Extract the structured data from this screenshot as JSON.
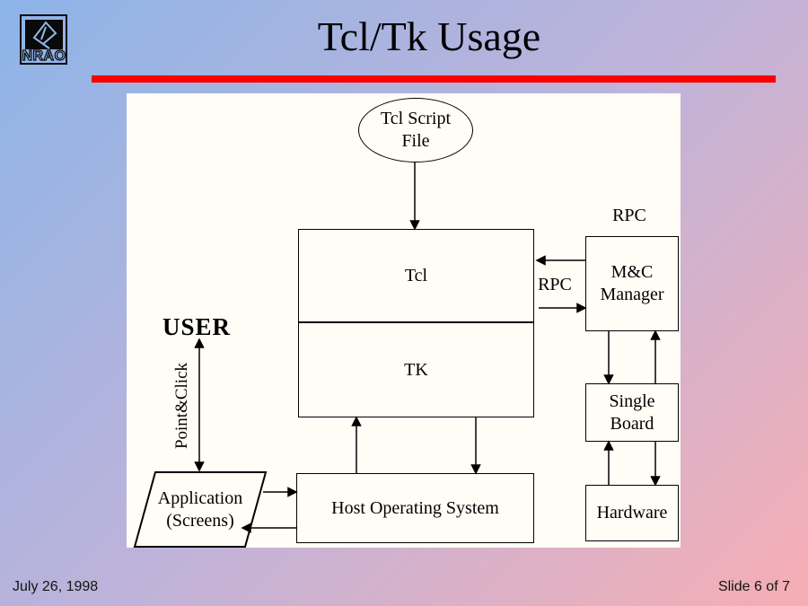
{
  "colors": {
    "accent_red": "#fa0000",
    "bg_top_left": "#8cb4e8",
    "bg_mid": "#c0b3d9",
    "bg_bottom_right": "#f7aeb4",
    "canvas_white": "#fffdf6",
    "ink": "#000000"
  },
  "header": {
    "title": "Tcl/Tk Usage",
    "logo_text": "NRAO"
  },
  "diagram": {
    "nodes": {
      "script_file": "Tcl Script File",
      "tcl": "Tcl",
      "tk": "TK",
      "mc_manager": "M&C Manager",
      "single_board": "Single Board",
      "hardware": "Hardware",
      "host_os": "Host Operating System",
      "application": "Application (Screens)"
    },
    "labels": {
      "rpc_top": "RPC",
      "rpc_between": "RPC",
      "user": "USER",
      "point_click": "Point&Click"
    }
  },
  "footer": {
    "date": "July 26, 1998",
    "slide_label": "Slide 6 of 7"
  }
}
